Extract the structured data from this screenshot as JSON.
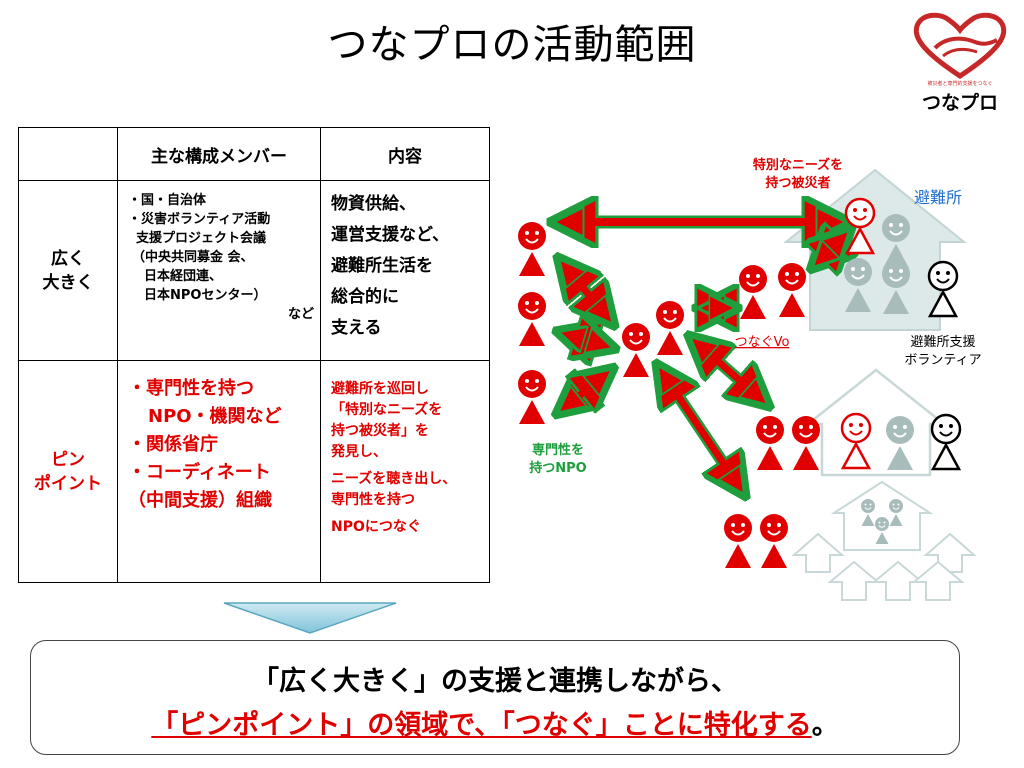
{
  "title": "つなプロの活動範囲",
  "logo": {
    "tagline": "被災者と専門的支援をつなぐ",
    "name": "つなプロ"
  },
  "table": {
    "headers": [
      "",
      "主な構成メンバー",
      "内容"
    ],
    "rows": [
      {
        "label": [
          "広く",
          "大きく"
        ],
        "members": [
          "・国・自治体",
          "・災害ボランティア活動",
          "支援プロジェクト会議",
          "（中央共同募金 会、",
          "日本経団連、",
          "日本NPOセンター）",
          "など"
        ],
        "content": [
          "物資供給、",
          "運営支援など、",
          "避難所生活を",
          "総合的に",
          "支える"
        ]
      },
      {
        "label": [
          "ピン",
          "ポイント"
        ],
        "members": [
          "・専門性を持つ",
          "NPO・機関など",
          "・関係省庁",
          "・コーディネート",
          "（中間支援）組織"
        ],
        "content": [
          "避難所を巡回し",
          "「特別なニーズを",
          "持つ被災者」を",
          "発見し、",
          "ニーズを聴き出し、",
          "専門性を持つ",
          "NPOにつなぐ"
        ]
      }
    ]
  },
  "diagram": {
    "special_needs_label": [
      "特別なニーズを",
      "持つ被災者"
    ],
    "shelter_label": "避難所",
    "npo_label": [
      "専門性を",
      "持つNPO"
    ],
    "tsunagu_label": "つなぐVo",
    "volunteer_label": [
      "避難所支援",
      "ボランティア"
    ]
  },
  "summary": {
    "line1": "「広く大きく」の支援と連携しながら、",
    "line2_emph": "「ピンポイント」の領域で、「つなぐ」ことに特化する",
    "line2_end": "。"
  },
  "colors": {
    "red": "#e00000",
    "arrow_green": "#1e9e3c",
    "shelter_gray": "#c8d7d7",
    "person_gray": "#a8bcbc",
    "link_blue": "#1e6fd0"
  }
}
